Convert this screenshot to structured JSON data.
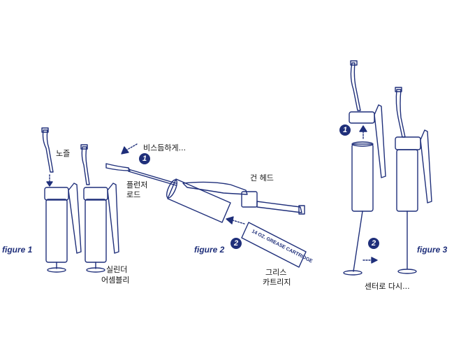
{
  "figures": [
    {
      "id": "figure_1",
      "caption": "figure 1"
    },
    {
      "id": "figure_2",
      "caption": "figure 2"
    },
    {
      "id": "figure_3",
      "caption": "figure 3"
    }
  ],
  "labels": {
    "nozzle": "노즐",
    "cylinder_line1": "실린더",
    "cylinder_line2": "어셈블리",
    "twist": "비스듬하게...",
    "plunger_line1": "플런저",
    "plunger_line2": "로드",
    "gun_head": "건 헤드",
    "grease_line1": "그리스",
    "grease_line2": "카트리지",
    "center_again": "센터로 다시..."
  },
  "cartridge_text": "14 OZ. GREASE CARTRIDGE",
  "steps": {
    "fig2_step1": "1",
    "fig2_step2": "2",
    "fig3_step1": "1",
    "fig3_step2": "2"
  },
  "colors": {
    "line": "#1f2f7a",
    "accent": "#1f2f7a",
    "background": "#ffffff"
  }
}
